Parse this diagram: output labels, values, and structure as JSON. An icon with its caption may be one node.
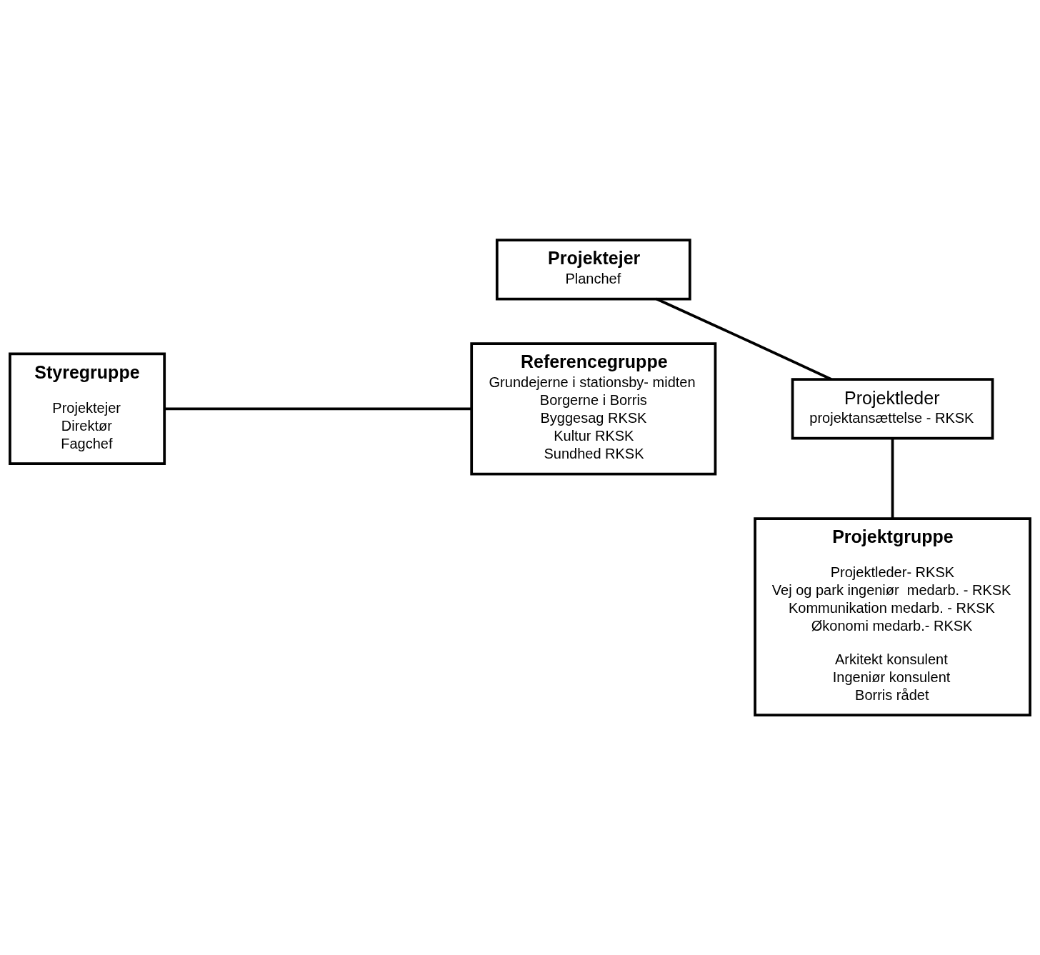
{
  "diagram": {
    "nodes": [
      {
        "text": [
          "Projektejer",
          "Planchef"
        ]
      },
      {
        "text": [
          "Styregruppe",
          "Projektejer",
          "Direktør",
          "Fagchef"
        ]
      },
      {
        "text": [
          "Referencegruppe",
          "Grundejerne i stationsby- midten",
          "Borgerne i Borris",
          "Byggesag RKSK",
          "Kultur RKSK",
          "Sundhed RKSK"
        ]
      },
      {
        "text": [
          "Projektleder",
          "projektansættelse - RKSK"
        ]
      },
      {
        "text": [
          "Projektgruppe",
          "Projektleder- RKSK",
          "Vej og park ingeniør  medarb. - RKSK",
          "Kommunikation medarb. - RKSK",
          "Økonomi medarb.- RKSK",
          "Arkitekt konsulent",
          "Ingeniør konsulent",
          "Borris rådet"
        ]
      }
    ],
    "edges": [
      {
        "from": 0,
        "to": 3,
        "arrow": "none"
      },
      {
        "from": 1,
        "to": 2,
        "arrow": "none"
      },
      {
        "from": 3,
        "to": 4,
        "arrow": "none"
      }
    ]
  }
}
